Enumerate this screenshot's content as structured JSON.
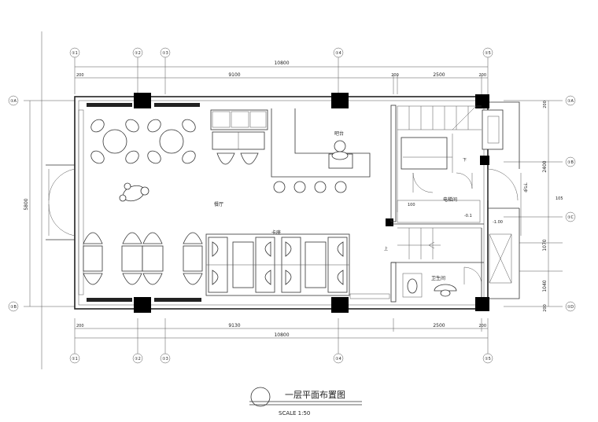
{
  "title": "一层平面布置图",
  "scale_text": "SCALE 1:50",
  "grid_labels": {
    "top": [
      "①1",
      "①2",
      "①3",
      "①4",
      "①5"
    ],
    "bottom": [
      "①1",
      "①2",
      "①3",
      "①4",
      "①5"
    ],
    "left": [
      "①A",
      "①B"
    ],
    "right": [
      "①A",
      "①B",
      "①C",
      "①D"
    ]
  },
  "dimensions": {
    "top_total": "10800",
    "top_segments": [
      "200",
      "9100",
      "200",
      "2500",
      "200"
    ],
    "bottom_total": "10800",
    "bottom_segments": [
      "200",
      "9130",
      "2500",
      "200"
    ],
    "left_total": "5800",
    "right_segments": [
      "200",
      "2400",
      "1070",
      "1040",
      "200"
    ],
    "right_small": "105"
  },
  "rooms": {
    "dining": "餐厅",
    "bar": "吧台",
    "booth": "卡座",
    "elevator": "电梯间",
    "wc": "卫生间",
    "stairs_down": "下",
    "stairs_up": "上",
    "ramp_down": "下5步",
    "lift_dim": "100",
    "elev_level": "-0.1",
    "level": "-1.00"
  }
}
